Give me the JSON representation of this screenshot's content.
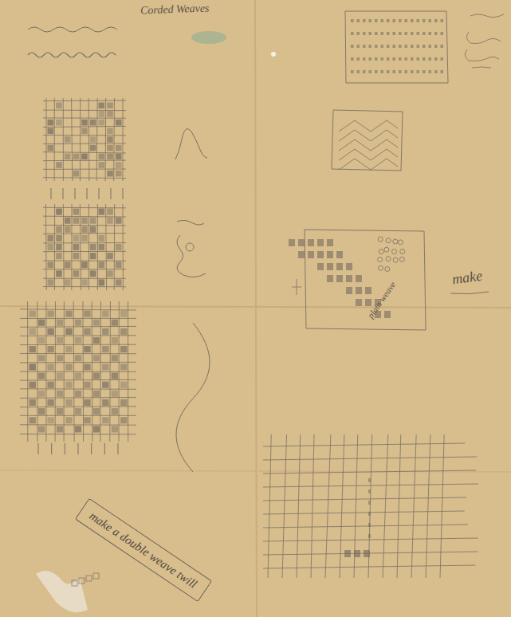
{
  "diagram": {
    "title": "Corded Weaves",
    "nodes": [
      {
        "text": [
          "make a double weave twill"
        ]
      }
    ],
    "labels": [
      "make",
      "plain weave"
    ]
  }
}
